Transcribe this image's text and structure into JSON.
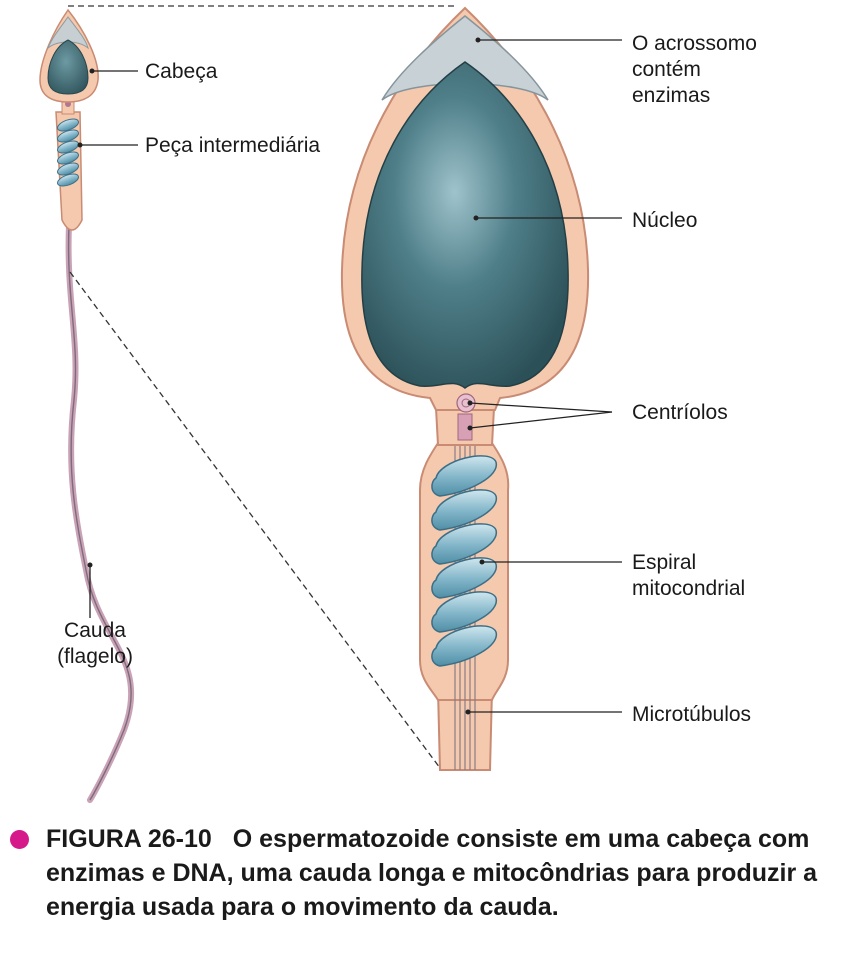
{
  "labels": {
    "cabeca": "Cabeça",
    "peca": "Peça intermediária",
    "cauda": "Cauda\n(flagelo)",
    "acrossomo": "O acrossomo\ncontém\nenzimas",
    "nucleo": "Núcleo",
    "centriolos": "Centríolos",
    "espiral": "Espiral\nmitocondrial",
    "microtubulos": "Microtúbulos"
  },
  "caption": {
    "figure_number": "FIGURA 26-10",
    "text": "O espermatozoide consiste em uma cabeça com enzimas e DNA, uma cauda longa e mitocôndrias para produzir a energia usada para o movimento da cauda."
  },
  "colors": {
    "membrane": "#f4c9ad",
    "membrane_edge": "#c98b73",
    "nucleus": "#3f6a73",
    "mitochondria": "#7fb1c4",
    "bullet": "#d6198a"
  }
}
